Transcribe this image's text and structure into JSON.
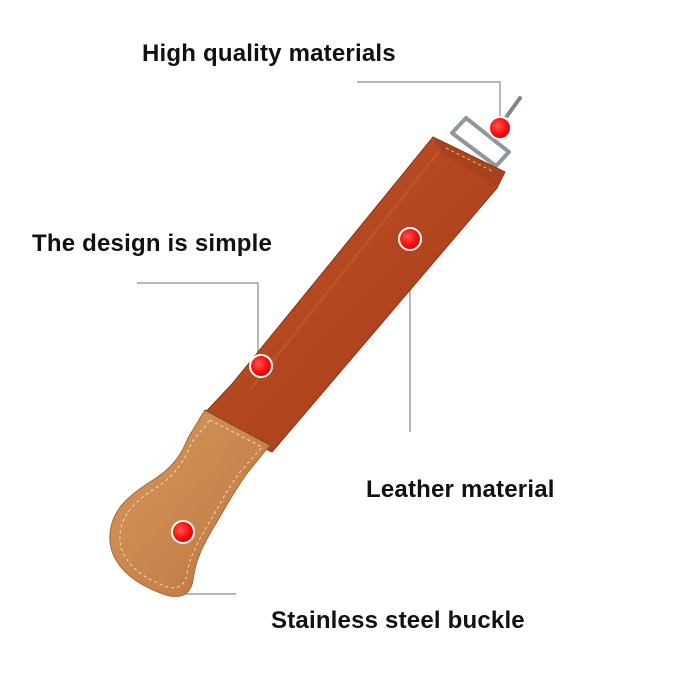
{
  "callouts": {
    "quality": "High quality materials",
    "design": "The design is simple",
    "leather": "Leather material",
    "buckle": "Stainless steel buckle"
  },
  "colors": {
    "leather_red": "#b5461f",
    "leather_tan": "#c98650",
    "buckle_steel": "#9aa0a6",
    "marker_red": "#ff1010",
    "callout_line": "#888888",
    "text": "#111111"
  },
  "icons": {
    "marker": "red-dot-marker"
  }
}
